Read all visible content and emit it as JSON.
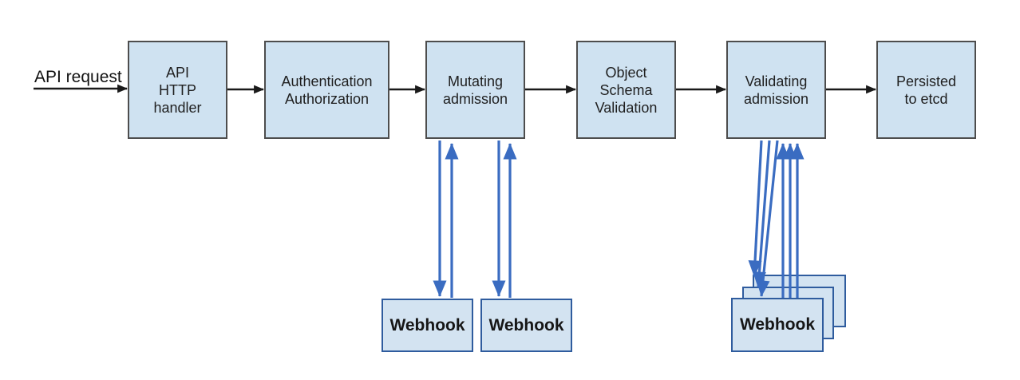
{
  "theme": {
    "background": "#ffffff",
    "box_fill": "#cfe2f1",
    "box_border": "#4d4d4d",
    "webhook_fill": "#d3e3f1",
    "webhook_border": "#2f5c9e",
    "flow_arrow_color": "#1a1a1a",
    "webhook_arrow_color": "#3a6cc1",
    "text_color": "#1f1f1f"
  },
  "diagram": {
    "request_label": "API request",
    "pipeline": [
      {
        "id": "api-http-handler",
        "label": "API\nHTTP\nhandler"
      },
      {
        "id": "authentication-authorization",
        "label": "Authentication\nAuthorization"
      },
      {
        "id": "mutating-admission",
        "label": "Mutating\nadmission"
      },
      {
        "id": "object-schema-validation",
        "label": "Object\nSchema\nValidation"
      },
      {
        "id": "validating-admission",
        "label": "Validating\nadmission"
      },
      {
        "id": "persisted-to-etcd",
        "label": "Persisted\nto etcd"
      }
    ],
    "mutating_webhooks": [
      {
        "label": "Webhook"
      },
      {
        "label": "Webhook"
      }
    ],
    "validating_webhooks": {
      "front_label": "Webhook",
      "stack_count": 3
    }
  }
}
